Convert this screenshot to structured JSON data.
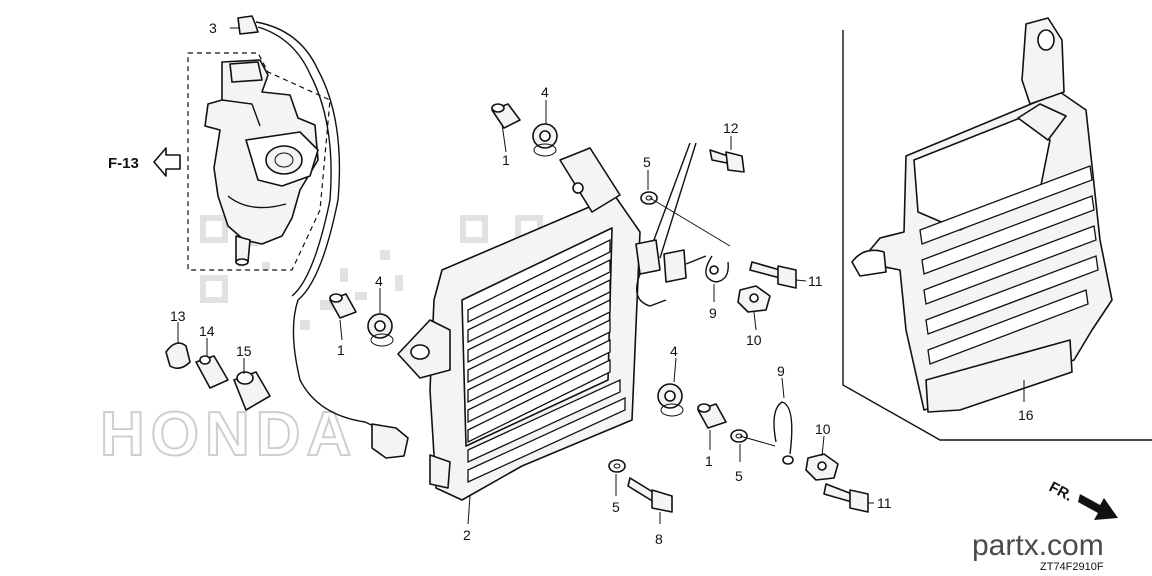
{
  "diagram": {
    "reference_label": "F-13",
    "front_label": "FR.",
    "watermark_text": "HONDA",
    "site_label": "partx.com",
    "diagram_code": "ZT74F2910F",
    "callouts": {
      "c3": "3",
      "c4a": "4",
      "c1a": "1",
      "c5a": "5",
      "c12": "12",
      "c11a": "11",
      "c9a": "9",
      "c10a": "10",
      "c4b": "4",
      "c1b": "1",
      "c13": "13",
      "c14": "14",
      "c15": "15",
      "c9b": "9",
      "c4c": "4",
      "c1c": "1",
      "c5b": "5",
      "c10b": "10",
      "c11b": "11",
      "c5c": "5",
      "c8": "8",
      "c2": "2",
      "c16": "16"
    }
  }
}
